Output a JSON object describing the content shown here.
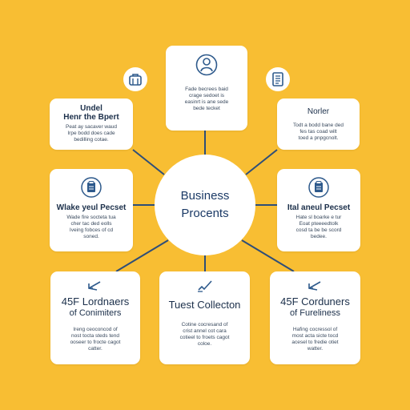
{
  "center": {
    "line1": "Business",
    "line2": "Procents"
  },
  "icons": {
    "top": "user-badge-icon",
    "float_left": "briefcase-icon",
    "float_right": "document-icon",
    "mid_left": "clipboard-icon",
    "mid_right": "clipboard-icon",
    "bottom_left": "arrow-pen-icon",
    "bottom_center": "pen-check-icon",
    "bottom_right": "arrow-pen-icon"
  },
  "cards": {
    "top": {
      "title": "",
      "body": "Fade becrees baid\ncrage sedoet is\neasinrt is ane sede\nbede tecket"
    },
    "upper_left": {
      "title_line1": "Undel",
      "title_line2": "Henr the Bpert",
      "body": "Peat ay sacaver waud\nIrpe bodd does cade\nbedilling cotae."
    },
    "upper_right": {
      "title_line1": "Norler",
      "title_line2": "",
      "body": "Todt a bodd bane ded\nfes tas coad wilt\ntoed a pnpgcnolt."
    },
    "mid_left": {
      "title": "Wlake yeul Pecset",
      "body": "Wade fire socteta tua\ncher tac ded eolls\nIveing fobces of cd\nsoned."
    },
    "mid_right": {
      "title": "Ital aneul Pecset",
      "body": "Hate sl boarke e tur\nEoat pteeeedtolk\ncosd ta be be scord\nbedee."
    },
    "bottom_left": {
      "title_line1": "45F Lordnaers",
      "title_line2": "of Conimiters",
      "body": "Ireng ceoconcod of\nnost tocta steds tend\nooseer to frocte cagot\ncatter."
    },
    "bottom_center": {
      "title": "Tuest Collecton",
      "body": "Cotine cocresand of\ncrist annel cot cara\ncotieel to froets cagot\ncoloe."
    },
    "bottom_right": {
      "title_line1": "45F Corduners",
      "title_line2": "of Fureliness",
      "body": "Hafing cocressol of\nmost acta sicte tocd\nacesel to fredie otiet\nwatter."
    }
  },
  "colors": {
    "background": "#F8BE33",
    "card": "#FFFFFF",
    "accent": "#1B3A66",
    "connector": "#2E4E78"
  }
}
